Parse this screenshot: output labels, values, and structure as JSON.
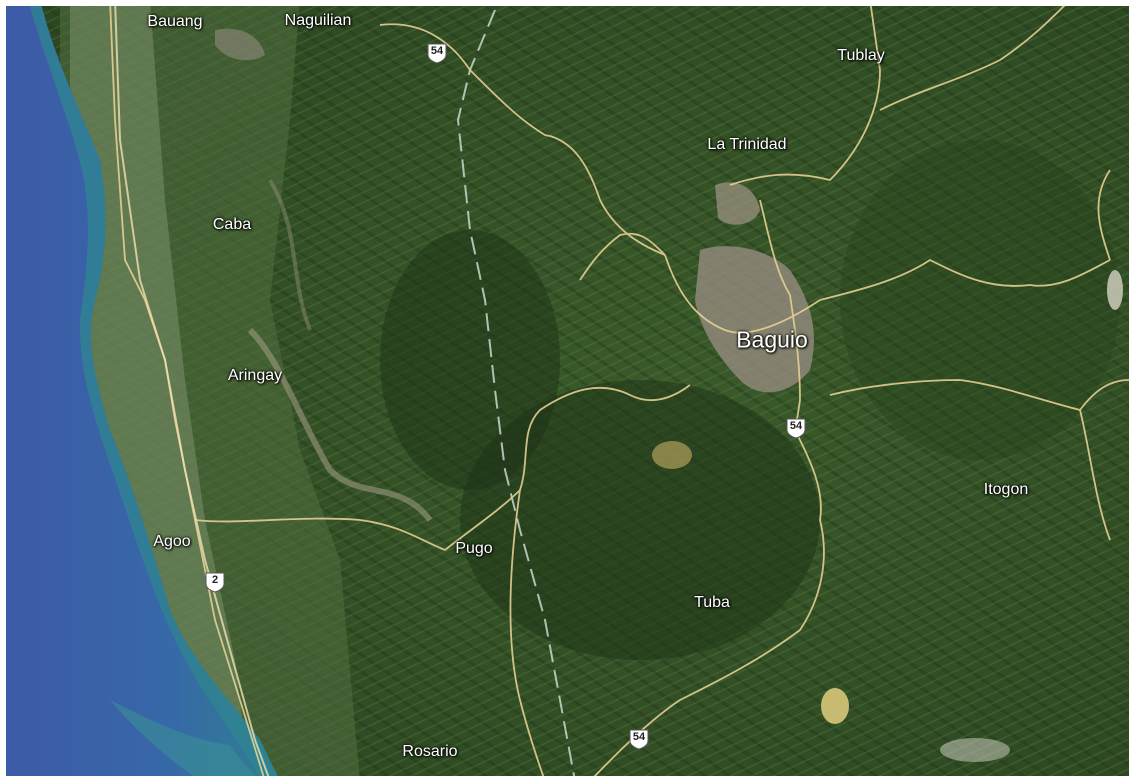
{
  "map": {
    "view": "satellite",
    "colors": {
      "sea_deep": "#3f5fa8",
      "sea_shallow": "#2f7f8f",
      "coast": "#6f8a6a",
      "forest": "#2e4a22",
      "forest_light": "#4f6a3a",
      "border": "#e8d59a",
      "city": "#9c8f86",
      "label": "#ffffff"
    },
    "places": [
      {
        "name": "Bauang",
        "id": "bauang"
      },
      {
        "name": "Naguilian",
        "id": "naguilian"
      },
      {
        "name": "Tublay",
        "id": "tublay"
      },
      {
        "name": "La Trinidad",
        "id": "la-trinidad"
      },
      {
        "name": "Caba",
        "id": "caba"
      },
      {
        "name": "Baguio",
        "id": "baguio"
      },
      {
        "name": "Aringay",
        "id": "aringay"
      },
      {
        "name": "Itogon",
        "id": "itogon"
      },
      {
        "name": "Agoo",
        "id": "agoo"
      },
      {
        "name": "Pugo",
        "id": "pugo"
      },
      {
        "name": "Tuba",
        "id": "tuba"
      },
      {
        "name": "Rosario",
        "id": "rosario"
      }
    ],
    "route_shields": [
      {
        "number": "54",
        "id": "top"
      },
      {
        "number": "54",
        "id": "baguio-south"
      },
      {
        "number": "54",
        "id": "bottom"
      },
      {
        "number": "2",
        "id": "agoo"
      }
    ]
  }
}
